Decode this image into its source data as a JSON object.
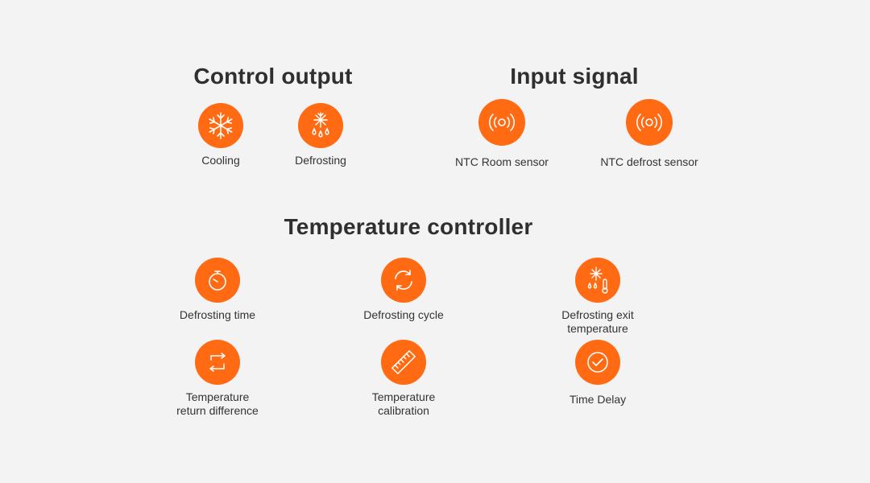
{
  "colors": {
    "accent": "#ff6a13",
    "background": "#f3f3f3",
    "text": "#333333"
  },
  "sections": {
    "control_output": {
      "title": "Control output",
      "items": [
        {
          "label": "Cooling",
          "icon": "snowflake-icon"
        },
        {
          "label": "Defrosting",
          "icon": "defrost-drops-icon"
        }
      ]
    },
    "input_signal": {
      "title": "Input signal",
      "items": [
        {
          "label": "NTC Room sensor",
          "icon": "signal-sensor-icon"
        },
        {
          "label": "NTC defrost sensor",
          "icon": "signal-sensor-icon"
        }
      ]
    },
    "temperature_controller": {
      "title": "Temperature controller",
      "items": [
        {
          "label": "Defrosting time",
          "icon": "stopwatch-icon"
        },
        {
          "label": "Defrosting cycle",
          "icon": "cycle-arrows-icon"
        },
        {
          "label": "Defrosting exit\ntemperature",
          "icon": "defrost-thermometer-icon"
        },
        {
          "label": "Temperature\nreturn difference",
          "icon": "return-arrows-icon"
        },
        {
          "label": "Temperature\ncalibration",
          "icon": "ruler-icon"
        },
        {
          "label": "Time Delay",
          "icon": "clock-check-icon"
        }
      ]
    }
  }
}
